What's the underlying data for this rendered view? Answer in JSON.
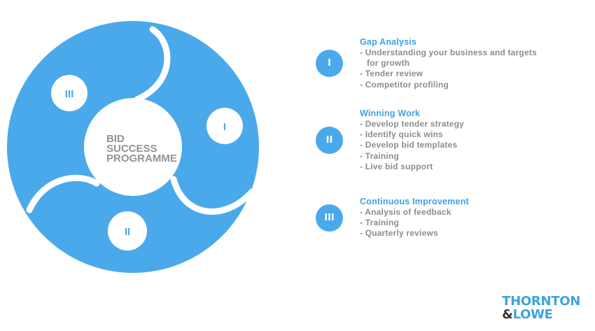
{
  "diagram": {
    "center_lines": [
      "BID",
      "SUCCESS",
      "PROGRAMME"
    ],
    "segment_labels": [
      "I",
      "II",
      "III"
    ],
    "accent_color": "#4aa9ea"
  },
  "steps": [
    {
      "badge": "I",
      "title": "Gap Analysis",
      "items": [
        "- Understanding your business and targets",
        "for growth",
        "- Tender review",
        "- Competitor profiling"
      ]
    },
    {
      "badge": "II",
      "title": "Winning Work",
      "items": [
        "- Develop tender strategy",
        "- Identify quick wins",
        "- Develop bid templates",
        "- Training",
        "- Live bid support"
      ]
    },
    {
      "badge": "III",
      "title": "Continuous Improvement",
      "items": [
        "- Analysis of feedback",
        "- Training",
        "- Quarterly reviews"
      ]
    }
  ],
  "logo": {
    "line1": "THORNTON",
    "ampersand": "&",
    "line2": "LOWE"
  }
}
